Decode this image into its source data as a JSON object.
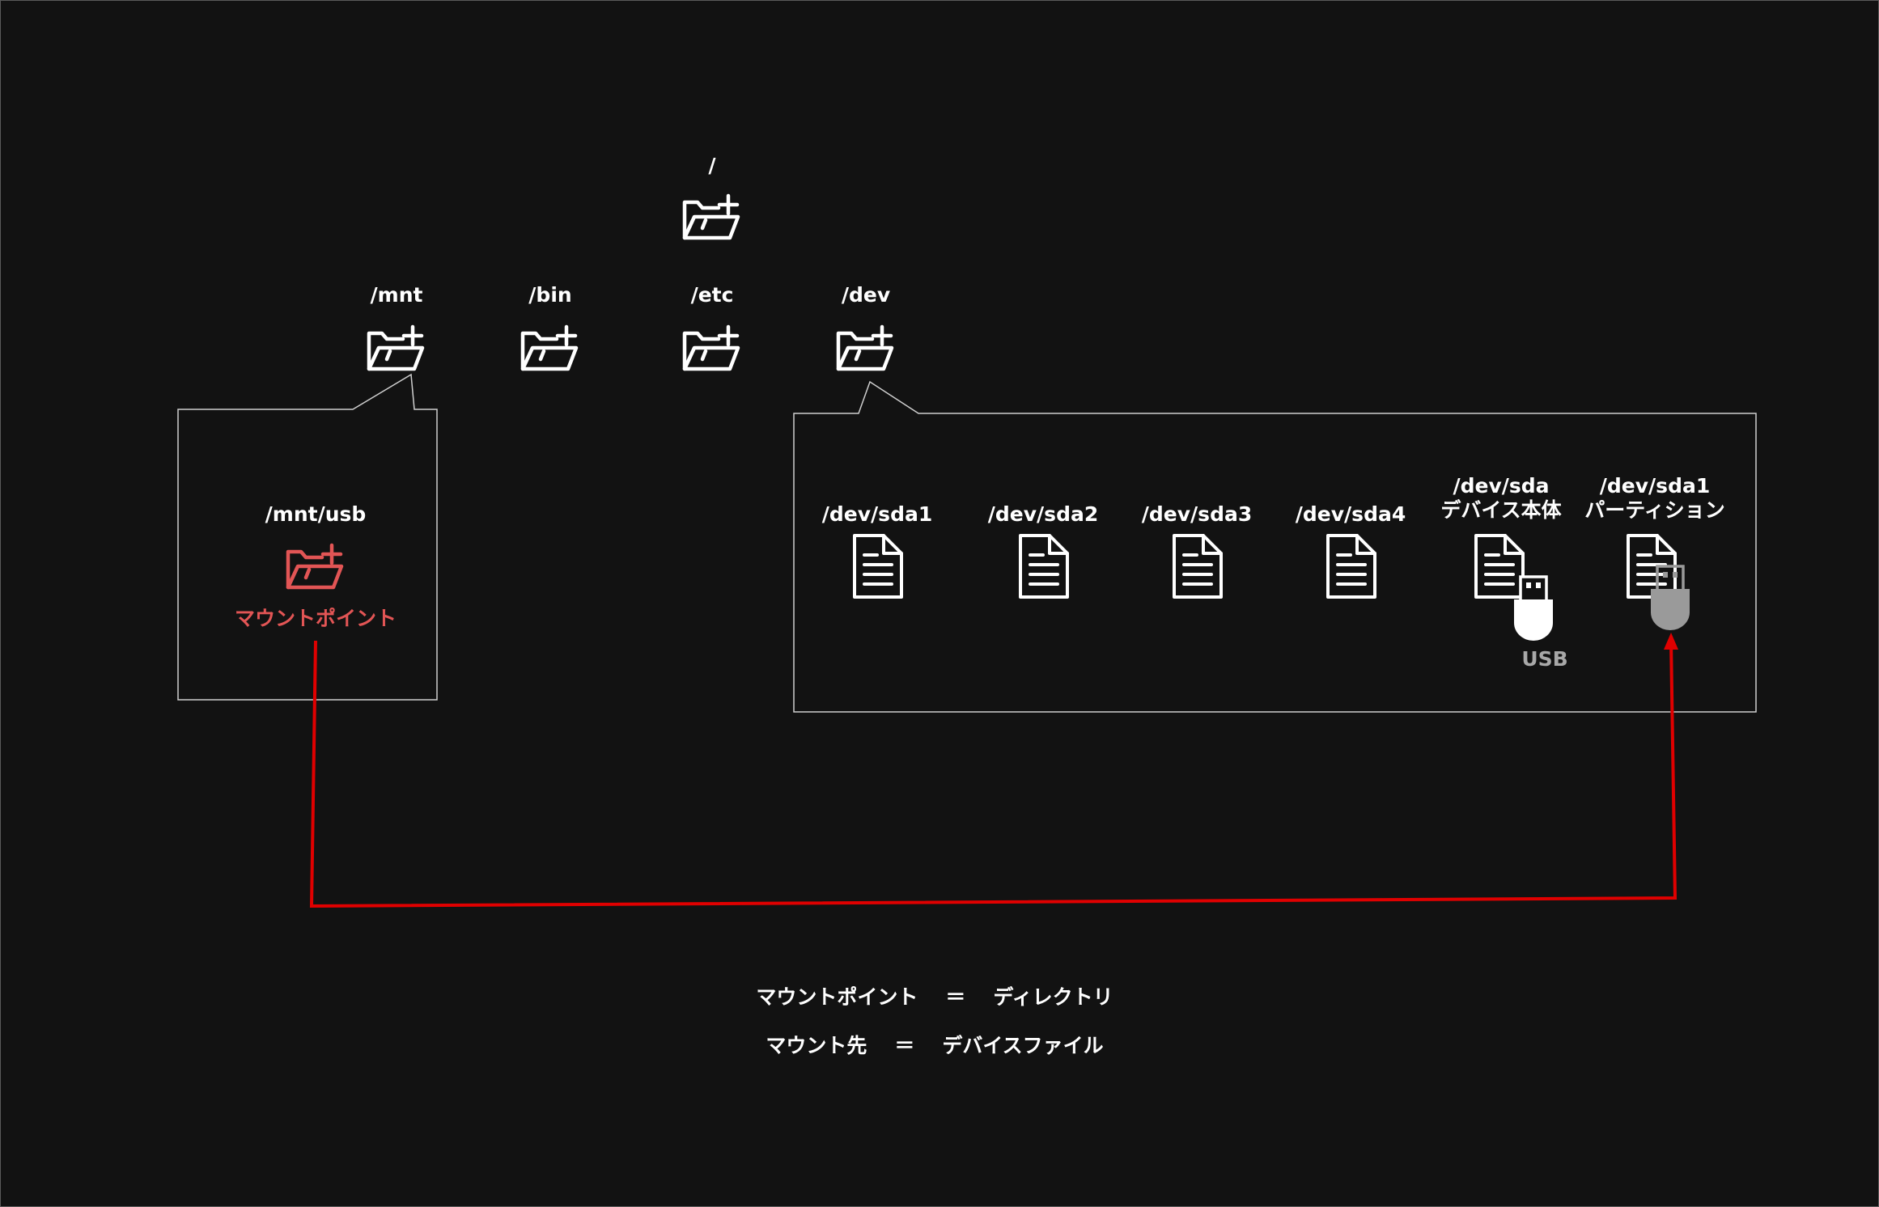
{
  "root": {
    "label": "/"
  },
  "top_dirs": [
    {
      "key": "mnt",
      "label": "/mnt"
    },
    {
      "key": "bin",
      "label": "/bin"
    },
    {
      "key": "etc",
      "label": "/etc"
    },
    {
      "key": "dev",
      "label": "/dev"
    }
  ],
  "mnt_box": {
    "dir_label": "/mnt/usb",
    "mount_point_label": "マウントポイント"
  },
  "dev_box": {
    "files": [
      {
        "key": "sda1",
        "label": "/dev/sda1"
      },
      {
        "key": "sda2",
        "label": "/dev/sda2"
      },
      {
        "key": "sda3",
        "label": "/dev/sda3"
      },
      {
        "key": "sda4",
        "label": "/dev/sda4"
      }
    ],
    "device": {
      "line1": "/dev/sda",
      "line2": "デバイス本体",
      "usb_label": "USB"
    },
    "partition": {
      "line1": "/dev/sda1",
      "line2": "パーティション"
    }
  },
  "legend": {
    "row1": {
      "left": "マウントポイント",
      "eq": "＝",
      "right": "ディレクトリ"
    },
    "row2": {
      "left": "マウント先",
      "eq": "＝",
      "right": "デバイスファイル"
    }
  },
  "colors": {
    "background": "#121212",
    "foreground": "#ffffff",
    "accent_red": "#e25555",
    "arrow_red": "#e00000",
    "usb_grey": "#9a9a9a",
    "box_border": "#cfcfcf"
  },
  "icons": {
    "folder": "folder-open-plus-icon",
    "file": "document-icon",
    "usb": "usb-stick-icon"
  }
}
